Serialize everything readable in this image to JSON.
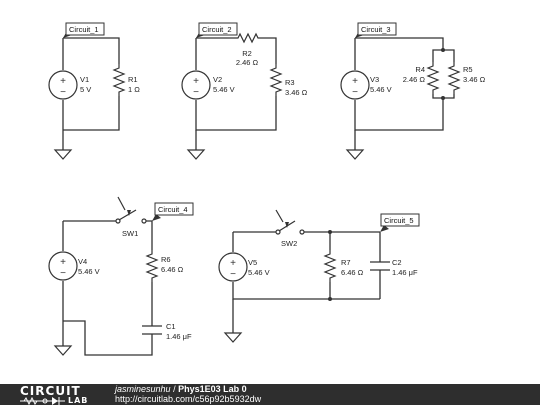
{
  "nets": [
    "Circuit_1",
    "Circuit_2",
    "Circuit_3",
    "Circuit_4",
    "Circuit_5"
  ],
  "source_sign": {
    "plus": "+",
    "minus": "−"
  },
  "c1": {
    "v1": {
      "name": "V1",
      "value": "5 V"
    },
    "r1": {
      "name": "R1",
      "value": "1 Ω"
    }
  },
  "c2": {
    "v2": {
      "name": "V2",
      "value": "5.46 V"
    },
    "r2": {
      "name": "R2",
      "value": "2.46 Ω"
    },
    "r3": {
      "name": "R3",
      "value": "3.46 Ω"
    }
  },
  "c3": {
    "v3": {
      "name": "V3",
      "value": "5.46 V"
    },
    "r4": {
      "name": "R4",
      "value": "2.46 Ω"
    },
    "r5": {
      "name": "R5",
      "value": "3.46 Ω"
    }
  },
  "c4": {
    "sw1": {
      "name": "SW1"
    },
    "v4": {
      "name": "V4",
      "value": "5.46 V"
    },
    "r6": {
      "name": "R6",
      "value": "6.46 Ω"
    },
    "c1": {
      "name": "C1",
      "value": "1.46 μF"
    }
  },
  "c5": {
    "sw2": {
      "name": "SW2"
    },
    "v5": {
      "name": "V5",
      "value": "5.46 V"
    },
    "r7": {
      "name": "R7",
      "value": "6.46 Ω"
    },
    "c2": {
      "name": "C2",
      "value": "1.46 μF"
    }
  },
  "footer": {
    "logo_top": "CIRCUIT",
    "logo_bottom": "LAB",
    "user": "jasminesunhu",
    "separator": "/",
    "title": "Phys1E03 Lab 0",
    "url": "http://circuitlab.com/c56p92b5932dw"
  }
}
